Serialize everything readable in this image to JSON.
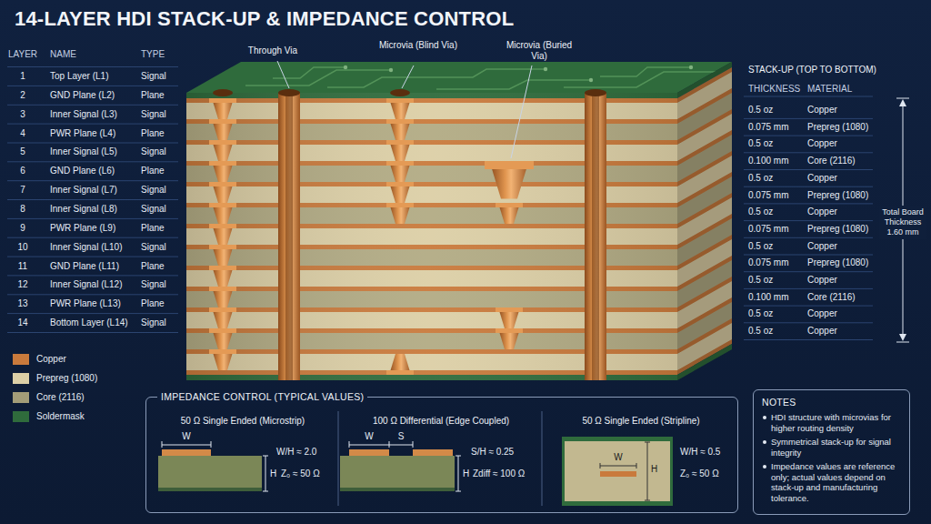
{
  "diagram": {
    "title": "14-LAYER HDI STACK-UP & IMPEDANCE CONTROL",
    "nodes": [
      {
        "text": [
          "IMPEDANCE CONTROL (TYPICAL VALUES)"
        ]
      },
      {
        "text": [
          "50 Ω Single Ended (Microstrip)"
        ],
        "in": 0
      },
      {
        "text": [
          "100 Ω Differential (Edge Coupled)"
        ],
        "in": 0
      },
      {
        "text": [
          "50 Ω Single Ended (Stripline)"
        ],
        "in": 0
      },
      {
        "text": [
          "NOTES",
          "HDI structure with microvias for higher routing density",
          "Symmetrical stack-up for signal integrity",
          "Impedance values are reference only; actual values depend on stack-up and manufacturing tolerance."
        ]
      }
    ],
    "labels": [
      "LAYER",
      "NAME",
      "TYPE",
      "1",
      "Top Layer (L1)",
      "Signal",
      "2",
      "GND Plane (L2)",
      "Plane",
      "3",
      "Inner Signal (L3)",
      "Signal",
      "4",
      "PWR Plane (L4)",
      "Plane",
      "5",
      "Inner Signal (L5)",
      "Signal",
      "6",
      "GND Plane (L6)",
      "Plane",
      "7",
      "Inner Signal (L7)",
      "Signal",
      "8",
      "Inner Signal (L8)",
      "Signal",
      "9",
      "PWR Plane (L9)",
      "Plane",
      "10",
      "Inner Signal (L10)",
      "Signal",
      "11",
      "GND Plane (L11)",
      "Plane",
      "12",
      "Inner Signal (L12)",
      "Signal",
      "13",
      "PWR Plane (L13)",
      "Plane",
      "14",
      "Bottom Layer (L14)",
      "Signal",
      "Through Via",
      "Microvia (Blind Via)",
      "Microvia (Buried Via)",
      "STACK-UP (TOP TO BOTTOM)",
      "THICKNESS",
      "MATERIAL",
      "0.5 oz",
      "Copper",
      "0.075 mm",
      "Prepreg (1080)",
      "0.5 oz",
      "Copper",
      "0.100 mm",
      "Core (2116)",
      "0.5 oz",
      "Copper",
      "0.075 mm",
      "Prepreg (1080)",
      "0.5 oz",
      "Copper",
      "0.075 mm",
      "Prepreg (1080)",
      "0.5 oz",
      "Copper",
      "0.075 mm",
      "Prepreg (1080)",
      "0.5 oz",
      "Copper",
      "0.100 mm",
      "Core (2116)",
      "0.5 oz",
      "Copper",
      "0.5 oz",
      "Copper",
      "Total Board Thickness 1.60 mm",
      "W",
      "W/H ≈ 2.0",
      "H",
      "Z₀ ≈ 50 Ω",
      "W",
      "S",
      "S/H ≈ 0.25",
      "H",
      "Zdiff ≈ 100 Ω",
      "W",
      "H",
      "W/H ≈ 0.5",
      "Z₀ ≈ 50 Ω"
    ],
    "legend": [
      {
        "text": "Copper",
        "color": "#c97a3c"
      },
      {
        "text": "Prepreg (1080)",
        "color": "#dccfa6"
      },
      {
        "text": "Core (2116)",
        "color": "#a39d78"
      },
      {
        "text": "Soldermask",
        "color": "#2f6b3c"
      }
    ]
  }
}
